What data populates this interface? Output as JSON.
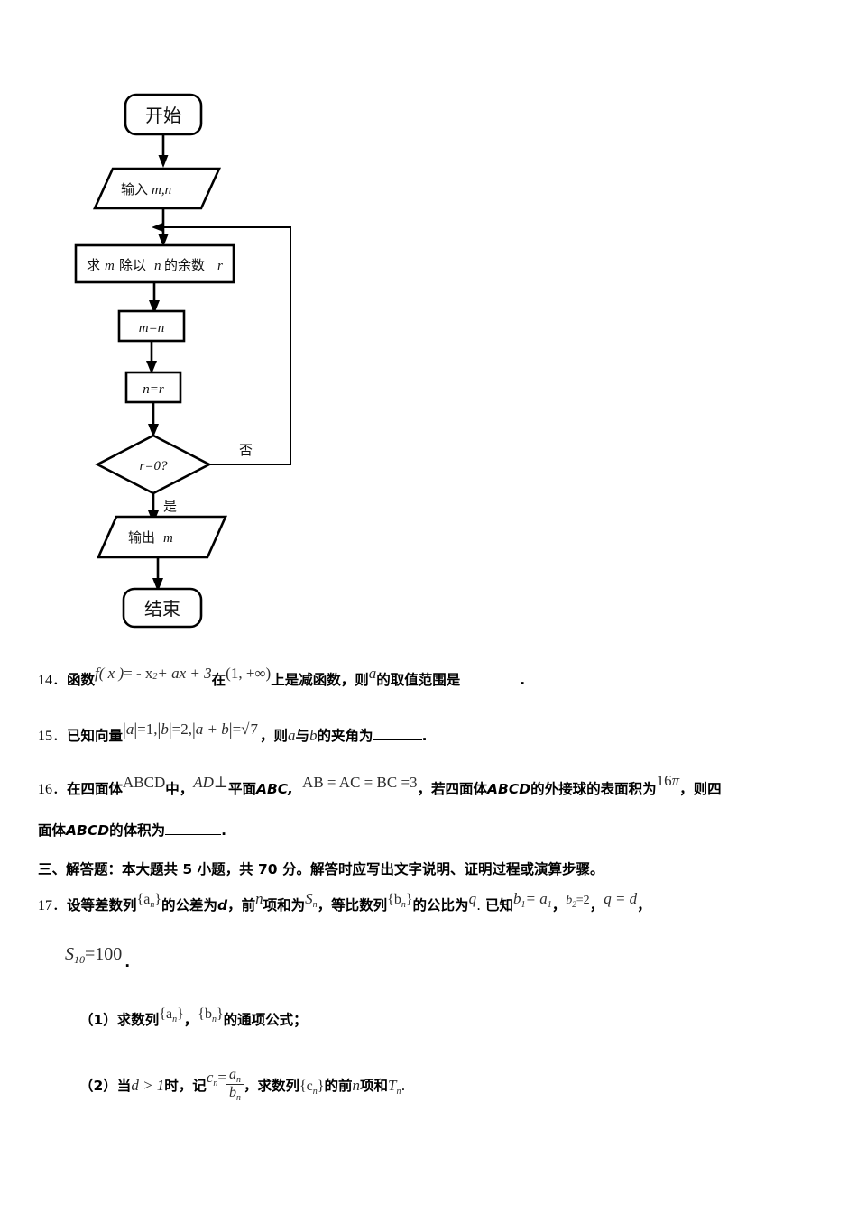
{
  "document": {
    "type": "math-exam-paper",
    "language": "zh-CN"
  },
  "flowchart": {
    "title": "gcd-euclidean-algorithm-flowchart",
    "nodes": [
      {
        "id": "start",
        "shape": "terminator",
        "label": "开始"
      },
      {
        "id": "input",
        "shape": "parallelogram",
        "label_cn": "输入",
        "label_math": "m,n"
      },
      {
        "id": "mod",
        "shape": "rectangle",
        "label": "求m除以n的余数r"
      },
      {
        "id": "assign-m",
        "shape": "rectangle",
        "label": "m=n"
      },
      {
        "id": "assign-n",
        "shape": "rectangle",
        "label": "n=r"
      },
      {
        "id": "decision",
        "shape": "diamond",
        "label": "r=0?"
      },
      {
        "id": "output",
        "shape": "parallelogram",
        "label_cn": "输出",
        "label_math": "m"
      },
      {
        "id": "end",
        "shape": "terminator",
        "label": "结束"
      }
    ],
    "edge_labels": {
      "no": "否",
      "yes": "是"
    }
  },
  "questions": [
    {
      "number": "14",
      "parts": {
        "lead": "函数",
        "fn_f": "f",
        "fn_arg": "( x )",
        "fn_eq": "= - x",
        "fn_exp": "2",
        "fn_rest": "+ ax + 3",
        "at": "在",
        "interval": "(1, +∞)",
        "mid": "上是减函数，则",
        "var_a": "a",
        "tail": "的取值范围是",
        "period": "."
      }
    },
    {
      "number": "15",
      "parts": {
        "lead": "已知向量",
        "expr1": "a",
        "eq1": "=1,",
        "expr2": "b",
        "eq2": "=2,",
        "expr3": "a + b",
        "eq3": "=",
        "radicand": "7",
        "mid": "，则",
        "var_a": "a",
        "with": "与",
        "var_b": "b",
        "tail": "的夹角为",
        "period": "."
      }
    },
    {
      "number": "16",
      "parts": {
        "lead": "在四面体",
        "tet": "ABCD",
        "in": "中，",
        "ad": "AD",
        "perp": "⊥",
        "plane": "平面",
        "abc": "ABC,",
        "lengths": "AB = AC = BC =3",
        "mid": "，若四面体",
        "tet2": "ABCD",
        "mid2": "的外接球的表面积为",
        "area_num": "16",
        "area_pi": "π",
        "mid3": "，则四",
        "line2_a": "面体",
        "line2_tet": "ABCD",
        "line2_b": "的体积为",
        "period": "."
      }
    }
  ],
  "section_header": {
    "text": "三、解答题：本大题共 5 小题，共 70 分。解答时应写出文字说明、证明过程或演算步骤。"
  },
  "question17": {
    "number": "17",
    "line1": {
      "lead": "设等差数列",
      "seq_a": "{a",
      "seq_a_sub": "n",
      "seq_a_close": "}",
      "mid1": "的公差为",
      "var_d": "d",
      "mid2": "，前",
      "var_n": "n",
      "mid3": "项和为",
      "var_S": "S",
      "var_S_sub": "n",
      "mid4": "，等比数列",
      "seq_b": "{b",
      "seq_b_sub": "n",
      "seq_b_close": "}",
      "mid5": "的公比为",
      "var_q": "q",
      "dot": ".",
      "known": "已知",
      "b1": "b",
      "b1_sub": "1",
      "b1_eq": "= a",
      "b1_eq_sub": "1",
      "comma1": "，",
      "b2": "b",
      "b2_sub": "2",
      "b2_eq": "=2",
      "comma2": "，",
      "q_eq": "q = d",
      "comma3": "，"
    },
    "line2": {
      "S10": "S",
      "S10_sub": "10",
      "S10_eq": "=100",
      "period": "."
    },
    "sub1": {
      "marker": "（1）",
      "lead": "求数列",
      "seq_a": "{a",
      "seq_a_sub": "n",
      "seq_a_close": "}",
      "comma": "，",
      "seq_b": "{b",
      "seq_b_sub": "n",
      "seq_b_close": "}",
      "tail": "的通项公式；"
    },
    "sub2": {
      "marker": "（2）",
      "lead": "当",
      "cond": "d > 1",
      "when": "时，记",
      "c_var": "c",
      "c_sub": "n",
      "c_eq": "=",
      "frac_num": "a",
      "frac_num_sub": "n",
      "frac_den": "b",
      "frac_den_sub": "n",
      "comma": "，",
      "mid": "求数列",
      "set_c": "{c",
      "set_c_sub": "n",
      "set_c_close": "}",
      "mid2": "的前",
      "var_n": "n",
      "mid3": "项和",
      "var_T": "T",
      "var_T_sub": "n",
      "period": "."
    }
  }
}
